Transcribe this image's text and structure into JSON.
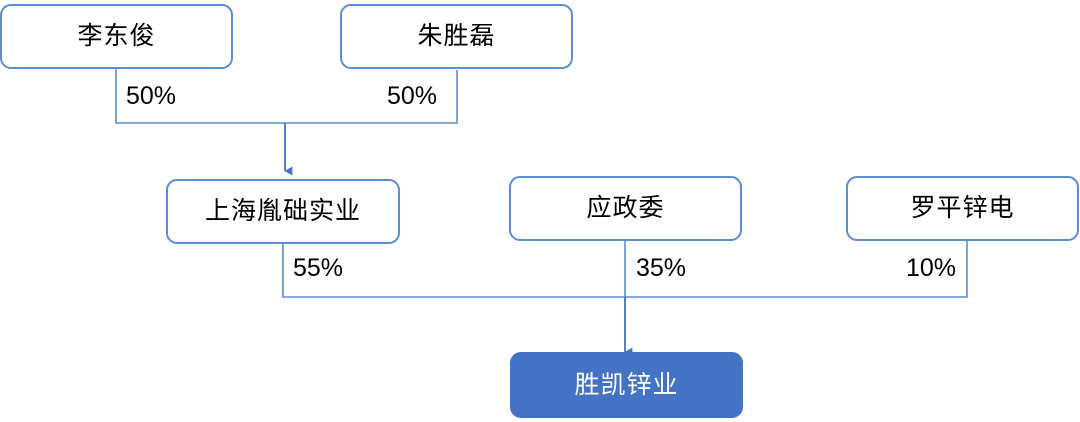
{
  "diagram": {
    "type": "ownership-structure",
    "title": "",
    "colors": {
      "node_border": "#5b8dd0",
      "node_fill": "#ffffff",
      "highlight_fill": "#4472c4",
      "highlight_text": "#ffffff",
      "connector": "#5b8dd0",
      "label_text": "#000000",
      "background": "#ffffff"
    },
    "nodes": [
      {
        "id": "li-dong-jun",
        "label": "李东俊",
        "level": 1,
        "highlight": false
      },
      {
        "id": "zhu-sheng-lei",
        "label": "朱胜磊",
        "level": 1,
        "highlight": false
      },
      {
        "id": "shanghai-yinchu",
        "label": "上海胤础实业",
        "level": 2,
        "highlight": false
      },
      {
        "id": "ying-zheng-wei",
        "label": "应政委",
        "level": 2,
        "highlight": false
      },
      {
        "id": "luoping-xindian",
        "label": "罗平锌电",
        "level": 2,
        "highlight": false
      },
      {
        "id": "shengkai-xinye",
        "label": "胜凯锌业",
        "level": 3,
        "highlight": true
      }
    ],
    "edges": [
      {
        "id": "e1",
        "from": "li-dong-jun",
        "to": "shanghai-yinchu",
        "label": "50%"
      },
      {
        "id": "e2",
        "from": "zhu-sheng-lei",
        "to": "shanghai-yinchu",
        "label": "50%"
      },
      {
        "id": "e3",
        "from": "shanghai-yinchu",
        "to": "shengkai-xinye",
        "label": "55%"
      },
      {
        "id": "e4",
        "from": "ying-zheng-wei",
        "to": "shengkai-xinye",
        "label": "35%"
      },
      {
        "id": "e5",
        "from": "luoping-xindian",
        "to": "shengkai-xinye",
        "label": "10%"
      }
    ]
  }
}
